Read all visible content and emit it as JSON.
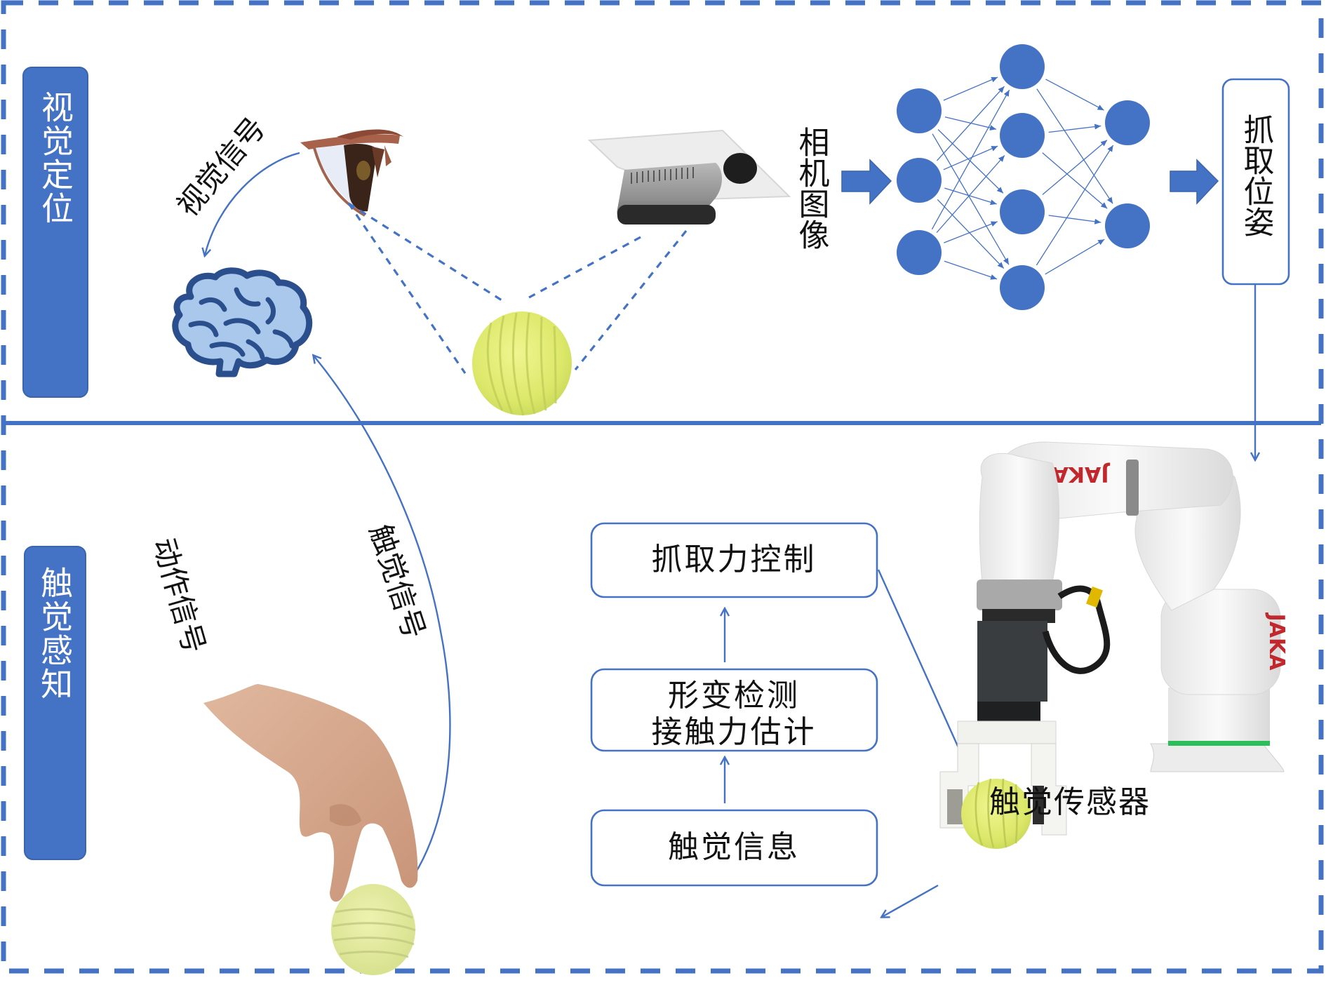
{
  "colors": {
    "accent": "#4472C4",
    "label_box_fill": "#4472C4",
    "text": "#111111",
    "ball": "#E4EE7A",
    "robot_logo": "#C0282E",
    "robot_base_ring": "#2DBE5C"
  },
  "sections": {
    "visual": {
      "label": "视觉定位"
    },
    "tactile": {
      "label": "触觉感知"
    }
  },
  "visual_flow": {
    "visual_signal_label": "视觉信号",
    "camera_image_label": "相机图像",
    "grasp_pose_label": "抓取位姿",
    "icons": [
      "eye-icon",
      "brain-icon",
      "depth-camera-icon",
      "ball-icon",
      "neural-network-icon"
    ]
  },
  "neural_network": {
    "layers": [
      3,
      4,
      2
    ]
  },
  "tactile_flow": {
    "action_signal_label": "动作信号",
    "tactile_signal_label": "触觉信号",
    "steps": [
      {
        "lines": [
          "抓取力控制"
        ]
      },
      {
        "lines": [
          "形变检测",
          "接触力估计"
        ]
      },
      {
        "lines": [
          "触觉信息"
        ]
      }
    ],
    "sensor_label": "触觉传感器",
    "robot_logo": "JAKA",
    "icons": [
      "hand-icon",
      "ball-icon",
      "robot-arm-icon",
      "gripper-icon"
    ]
  }
}
